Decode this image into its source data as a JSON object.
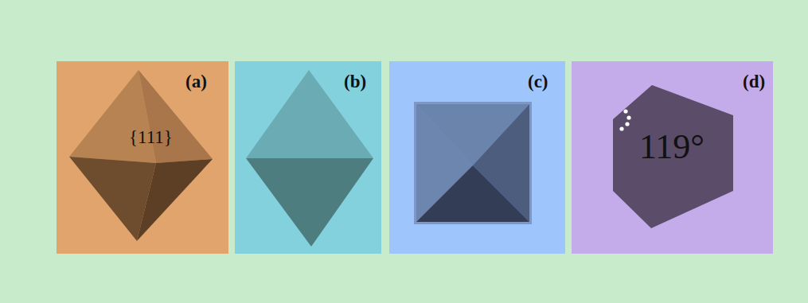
{
  "diagram": {
    "nodes": [
      {
        "text": [
          "(a)",
          "{111}"
        ]
      },
      {
        "text": [
          "(b)"
        ]
      },
      {
        "text": [
          "(c)"
        ]
      },
      {
        "text": [
          "(d)"
        ]
      },
      {
        "text": [
          "119°"
        ],
        "in": 3
      }
    ]
  }
}
